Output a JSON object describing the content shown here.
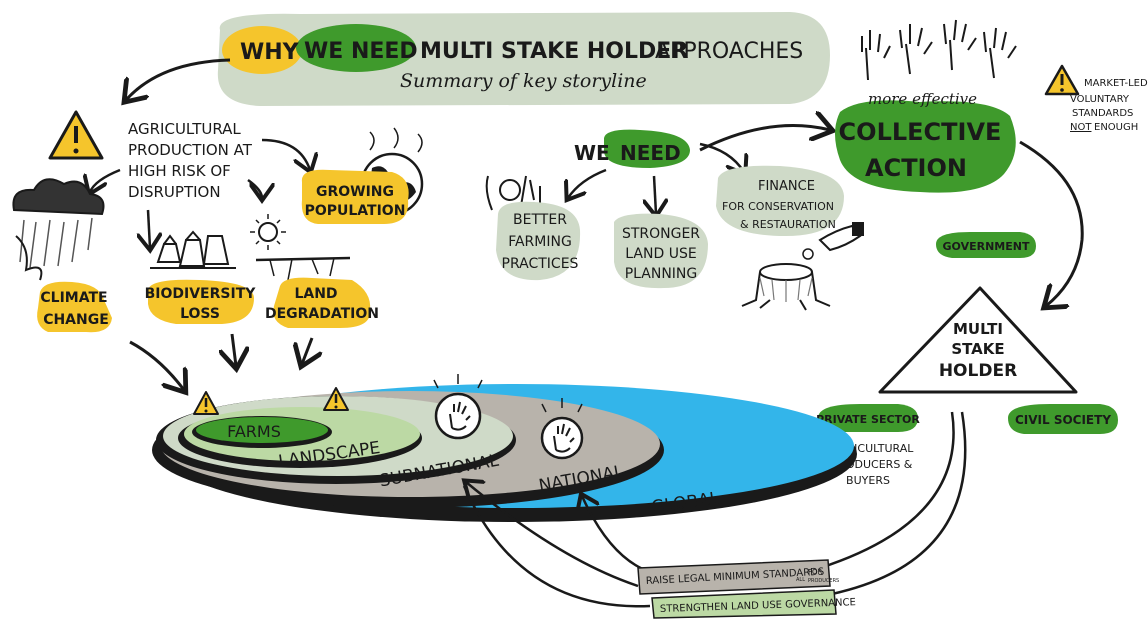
{
  "header": {
    "title_why": "WHY",
    "title_we_need": "WE NEED",
    "title_msh": "MULTI STAKE HOLDER",
    "title_approaches": "APPROACHES",
    "subtitle": "Summary of key storyline"
  },
  "risk": {
    "line1": "AGRICULTURAL",
    "line2": "PRODUCTION AT",
    "line3": "HIGH RISK OF",
    "line4": "DISRUPTION",
    "growing_population_1": "GROWING",
    "growing_population_2": "POPULATION",
    "climate_change_1": "CLIMATE",
    "climate_change_2": "CHANGE",
    "biodiversity_loss_1": "BIODIVERSITY",
    "biodiversity_loss_2": "LOSS",
    "land_degradation_1": "LAND",
    "land_degradation_2": "DEGRADATION"
  },
  "needs": {
    "we": "WE",
    "need": "NEED",
    "better_1": "BETTER",
    "better_2": "FARMING",
    "better_3": "PRACTICES",
    "stronger_1": "STRONGER",
    "stronger_2": "LAND USE",
    "stronger_3": "PLANNING",
    "finance_1": "FINANCE",
    "finance_2": "FOR CONSERVATION",
    "finance_3": "& RESTAURATION"
  },
  "collective": {
    "more_effective": "more effective",
    "line1": "COLLECTIVE",
    "line2": "ACTION",
    "note_1": "MARKET-LED,",
    "note_2": "VOLUNTARY",
    "note_3": "STANDARDS",
    "note_4_not": "NOT",
    "note_4_rest": "ENOUGH"
  },
  "triangle": {
    "line1": "MULTI",
    "line2": "STAKE",
    "line3": "HOLDER",
    "government": "GOVERNMENT",
    "private_sector": "PRIVATE SECTOR",
    "civil_society": "CIVIL SOCIETY",
    "private_detail_1": "AGRICULTURAL",
    "private_detail_2": "PRODUCERS &",
    "private_detail_3": "BUYERS"
  },
  "scales": {
    "farms": "FARMS",
    "landscape": "LANDSCAPE",
    "subnational": "SUBNATIONAL",
    "national": "NATIONAL",
    "global": "GLOBAL"
  },
  "actions": {
    "raise": "RAISE LEGAL MINIMUM STANDARDS",
    "raise_for": "FOR",
    "raise_all": "ALL",
    "raise_producers": "PRODUCERS",
    "strengthen": "STRENGTHEN LAND USE GOVERNANCE"
  },
  "colors": {
    "green_dark": "#3f9a2c",
    "green_light": "#bcd9a4",
    "sage": "#cfdac8",
    "yellow": "#f5c52c",
    "blue": "#33b5ea",
    "grey": "#b8b3ab"
  }
}
